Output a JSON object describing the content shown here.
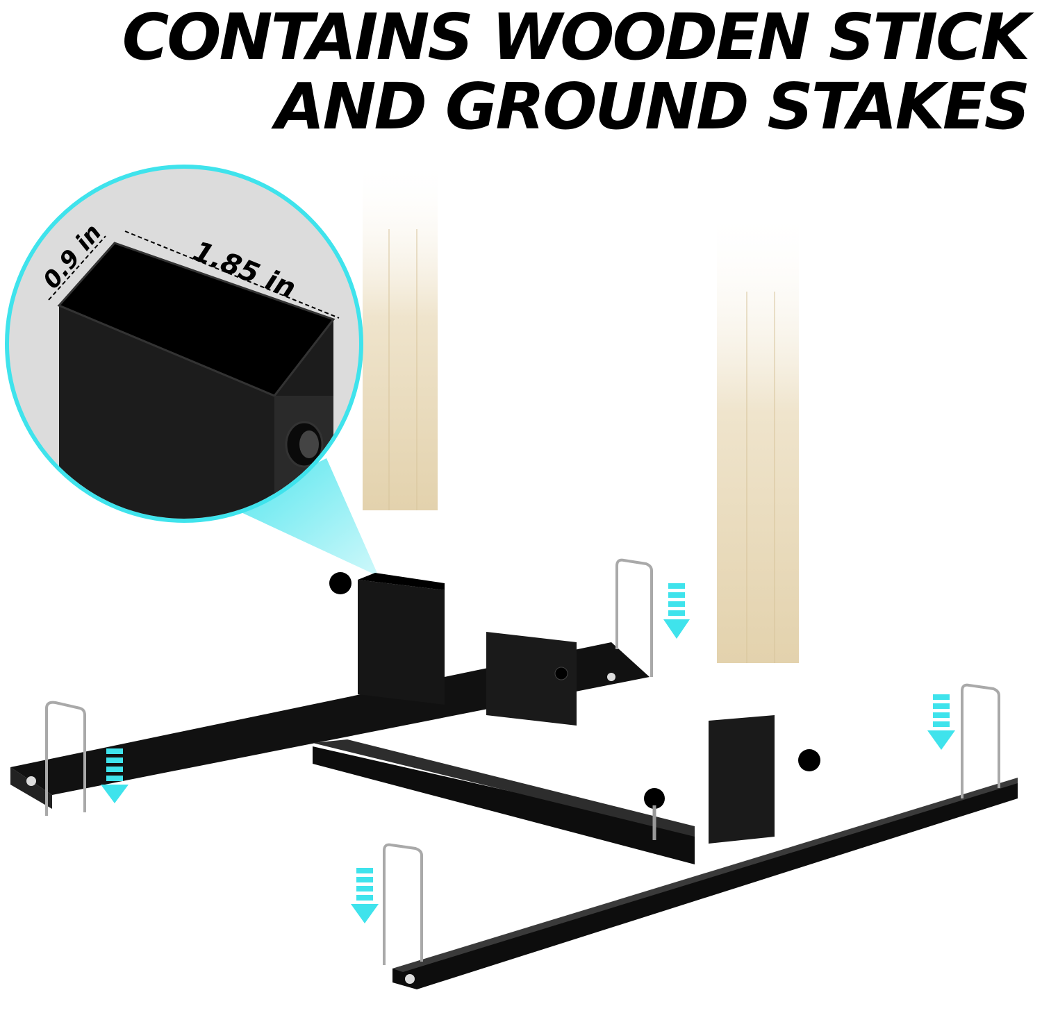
{
  "headline": {
    "line1": "CONTAINS WOODEN STICK",
    "line2": "AND GROUND STAKES"
  },
  "callout": {
    "depth_label": "0.9 in",
    "width_label": "1.85 in"
  },
  "colors": {
    "accent": "#3fe3ec",
    "metal": "#111111",
    "wood": "#e8d9b8",
    "callout_bg": "#dcdcdc"
  }
}
